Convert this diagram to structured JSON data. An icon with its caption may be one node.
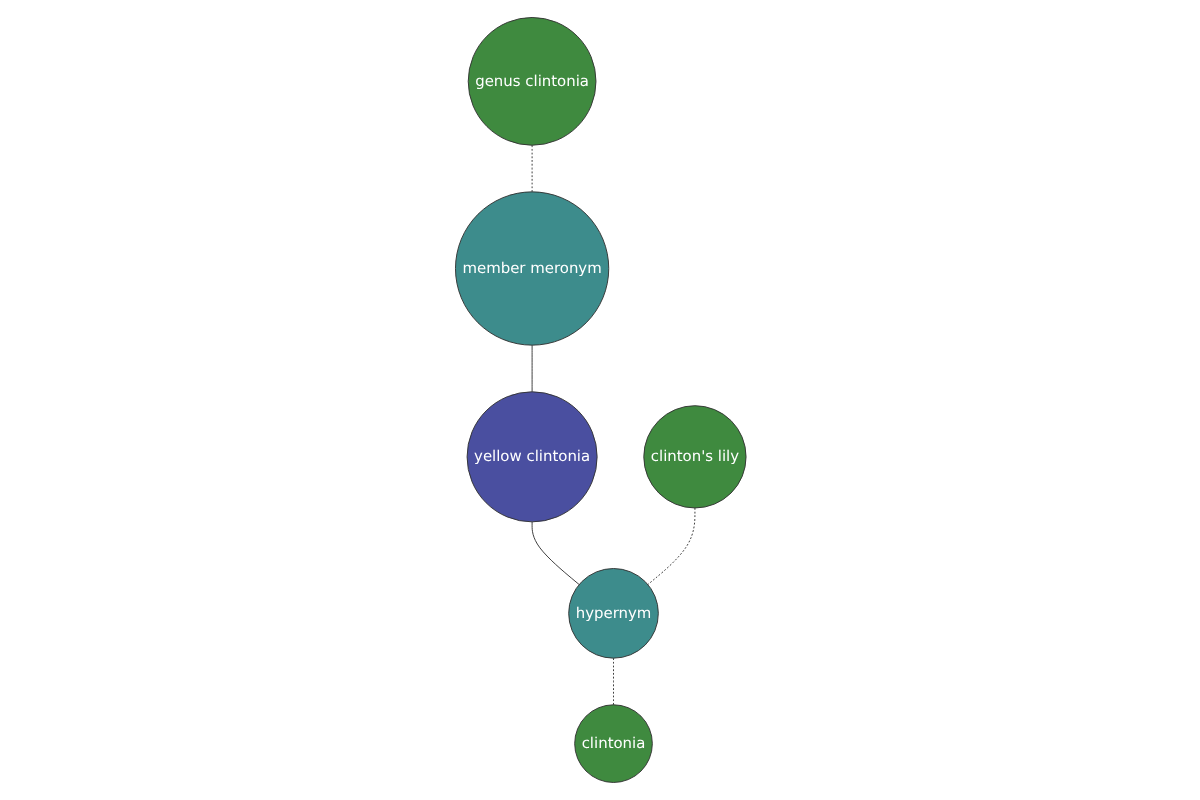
{
  "diagram": {
    "nodes": [
      {
        "text": [
          "genus clintonia"
        ]
      },
      {
        "text": [
          "member meronym"
        ]
      },
      {
        "text": [
          "yellow clintonia"
        ]
      },
      {
        "text": [
          "hypernym"
        ]
      },
      {
        "text": [
          "clinton's lily"
        ]
      },
      {
        "text": [
          "clintonia"
        ]
      }
    ],
    "edges": [
      {
        "from": 0,
        "to": 1,
        "arrow": "none",
        "style": "dashed"
      },
      {
        "from": 1,
        "to": 2,
        "arrow": "none"
      },
      {
        "from": 2,
        "to": 3,
        "arrow": "none"
      },
      {
        "from": 4,
        "to": 3,
        "arrow": "none",
        "style": "dashed"
      },
      {
        "from": 3,
        "to": 5,
        "arrow": "none",
        "style": "dashed"
      }
    ]
  }
}
